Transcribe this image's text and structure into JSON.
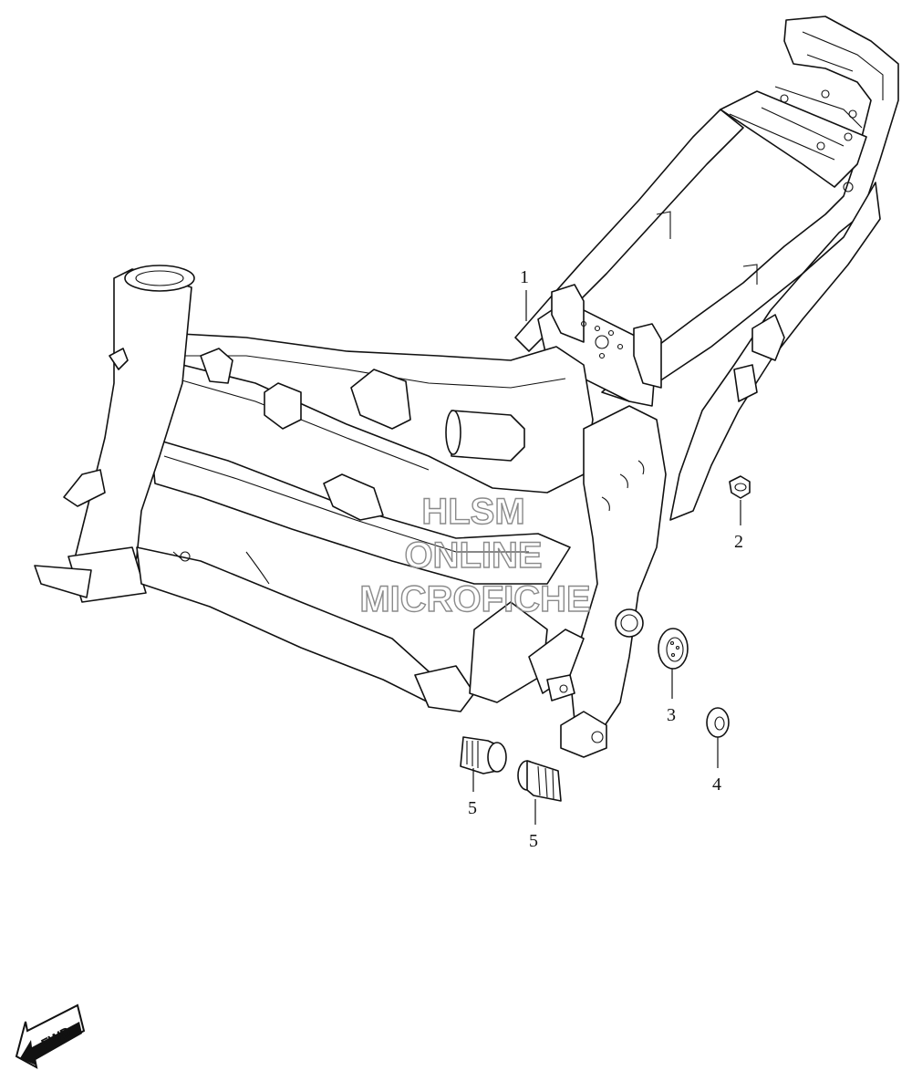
{
  "watermark": {
    "line1": "HLSM",
    "line2": "ONLINE",
    "line3": "MICROFICHE"
  },
  "callouts": [
    {
      "id": "frame",
      "label": "1"
    },
    {
      "id": "clip",
      "label": "2"
    },
    {
      "id": "grommet",
      "label": "3"
    },
    {
      "id": "washer",
      "label": "4"
    },
    {
      "id": "bushing-a",
      "label": "5"
    },
    {
      "id": "bushing-b",
      "label": "5"
    }
  ],
  "direction_badge": {
    "text": "FWD",
    "icon": "fwd-arrow-icon"
  },
  "colors": {
    "ink": "#111111",
    "watermark": "#8a8a8a",
    "background": "#ffffff"
  }
}
